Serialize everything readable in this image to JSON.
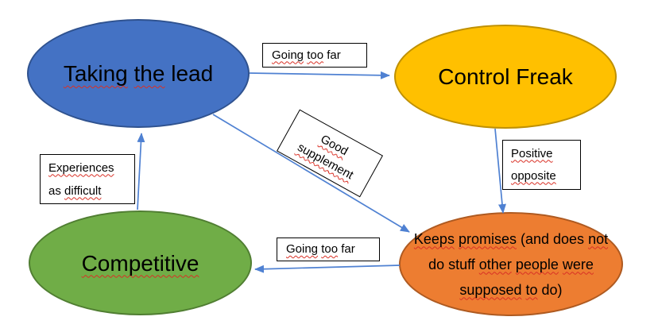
{
  "colors": {
    "background": "#ffffff",
    "arrow": "#4f81d2",
    "spellcheck_underline": "#d93025",
    "label_border": "#000000",
    "node_text": "#000000"
  },
  "nodes": {
    "taking_the_lead": {
      "fill": "#4472c4",
      "stroke": "#2f528f",
      "lines": [
        [
          {
            "t": "Taking",
            "w": true
          },
          {
            "t": " ",
            "w": false
          },
          {
            "t": "the",
            "w": true
          },
          {
            "t": " lead",
            "w": false
          }
        ]
      ]
    },
    "control_freak": {
      "fill": "#ffc000",
      "stroke": "#bf9000",
      "lines": [
        [
          {
            "t": "Control Freak",
            "w": false
          }
        ]
      ]
    },
    "competitive": {
      "fill": "#70ad47",
      "stroke": "#507e32",
      "lines": [
        [
          {
            "t": "Competitive",
            "w": true
          }
        ]
      ]
    },
    "keeps_promises": {
      "fill": "#ed7d31",
      "stroke": "#ae5a21",
      "lines": [
        [
          {
            "t": "Keeps",
            "w": true
          },
          {
            "t": " ",
            "w": false
          },
          {
            "t": "promises",
            "w": true
          },
          {
            "t": " (and does ",
            "w": false
          },
          {
            "t": "not",
            "w": true
          }
        ],
        [
          {
            "t": "do stuff ",
            "w": false
          },
          {
            "t": "other",
            "w": true
          },
          {
            "t": " ",
            "w": false
          },
          {
            "t": "people",
            "w": true
          },
          {
            "t": " ",
            "w": false
          },
          {
            "t": "were",
            "w": true
          }
        ],
        [
          {
            "t": "supposed",
            "w": true
          },
          {
            "t": " ",
            "w": false
          },
          {
            "t": "to",
            "w": true
          },
          {
            "t": " do)",
            "w": false
          }
        ]
      ]
    }
  },
  "labels": {
    "going_too_far_top": {
      "lines": [
        [
          {
            "t": "Going",
            "w": true
          },
          {
            "t": " ",
            "w": false
          },
          {
            "t": "too",
            "w": true
          },
          {
            "t": " far",
            "w": false
          }
        ]
      ]
    },
    "good_supplement": {
      "rotation_deg": 29,
      "lines": [
        [
          {
            "t": "Good",
            "w": true
          }
        ],
        [
          {
            "t": "supplement",
            "w": true
          }
        ]
      ]
    },
    "positive_opposite": {
      "lines": [
        [
          {
            "t": "Positive",
            "w": true
          }
        ],
        [
          {
            "t": "opposite",
            "w": true
          }
        ]
      ]
    },
    "going_too_far_bottom": {
      "lines": [
        [
          {
            "t": "Going",
            "w": true
          },
          {
            "t": " ",
            "w": false
          },
          {
            "t": "too",
            "w": true
          },
          {
            "t": " far",
            "w": false
          }
        ]
      ]
    },
    "experiences_as_difficult": {
      "lines": [
        [
          {
            "t": "Experiences",
            "w": true
          }
        ],
        [
          {
            "t": "as ",
            "w": false
          },
          {
            "t": "difficult",
            "w": true
          }
        ]
      ]
    }
  },
  "edges": [
    {
      "from": "Taking the lead",
      "to": "Control Freak",
      "label": "Going too far"
    },
    {
      "from": "Taking the lead",
      "to": "Keeps promises",
      "label": "Good supplement"
    },
    {
      "from": "Control Freak",
      "to": "Keeps promises",
      "label": "Positive opposite"
    },
    {
      "from": "Keeps promises",
      "to": "Competitive",
      "label": "Going too far"
    },
    {
      "from": "Competitive",
      "to": "Taking the lead",
      "label": "Experiences as difficult"
    }
  ]
}
